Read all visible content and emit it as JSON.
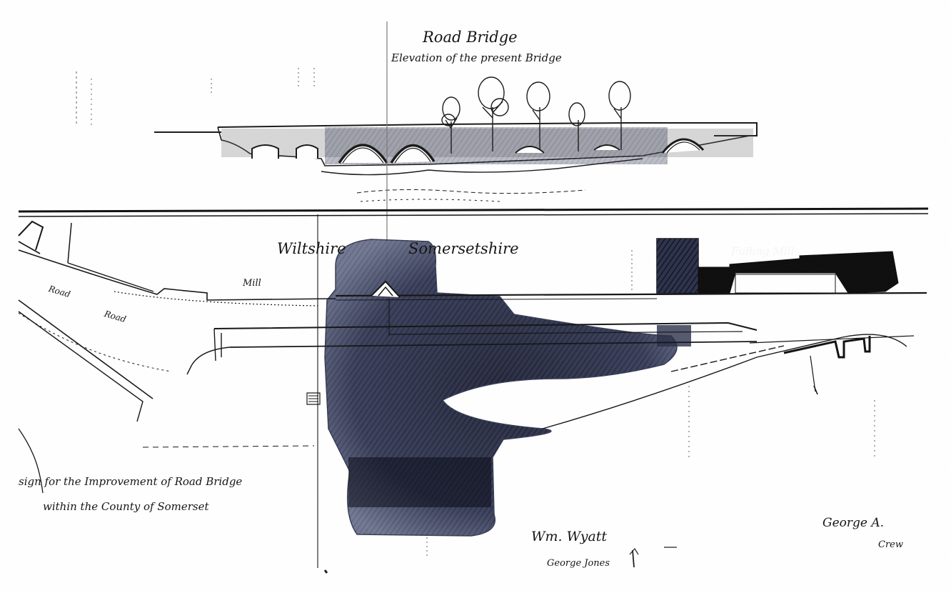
{
  "texts": {
    "title": "Road Bridge",
    "elevation": "Elevation of the present Bridge",
    "wiltshire": "Wiltshire",
    "somersetshire": "Somersetshire",
    "mill": "Mill",
    "fulling_mill": "Fulling Mill",
    "road_a": "Road",
    "road_b": "Road",
    "design_line1": "sign for the Improvement of Road Bridge",
    "design_line2": "within the County of Somerset",
    "signature_1": "Wm. Wyatt",
    "signature_1b": "George Jones",
    "signature_2": "George A.",
    "signature_2b": "Crew"
  },
  "colors": {
    "ink": "#161616",
    "paper": "#ffffff",
    "wash": "#2a2f4a"
  }
}
